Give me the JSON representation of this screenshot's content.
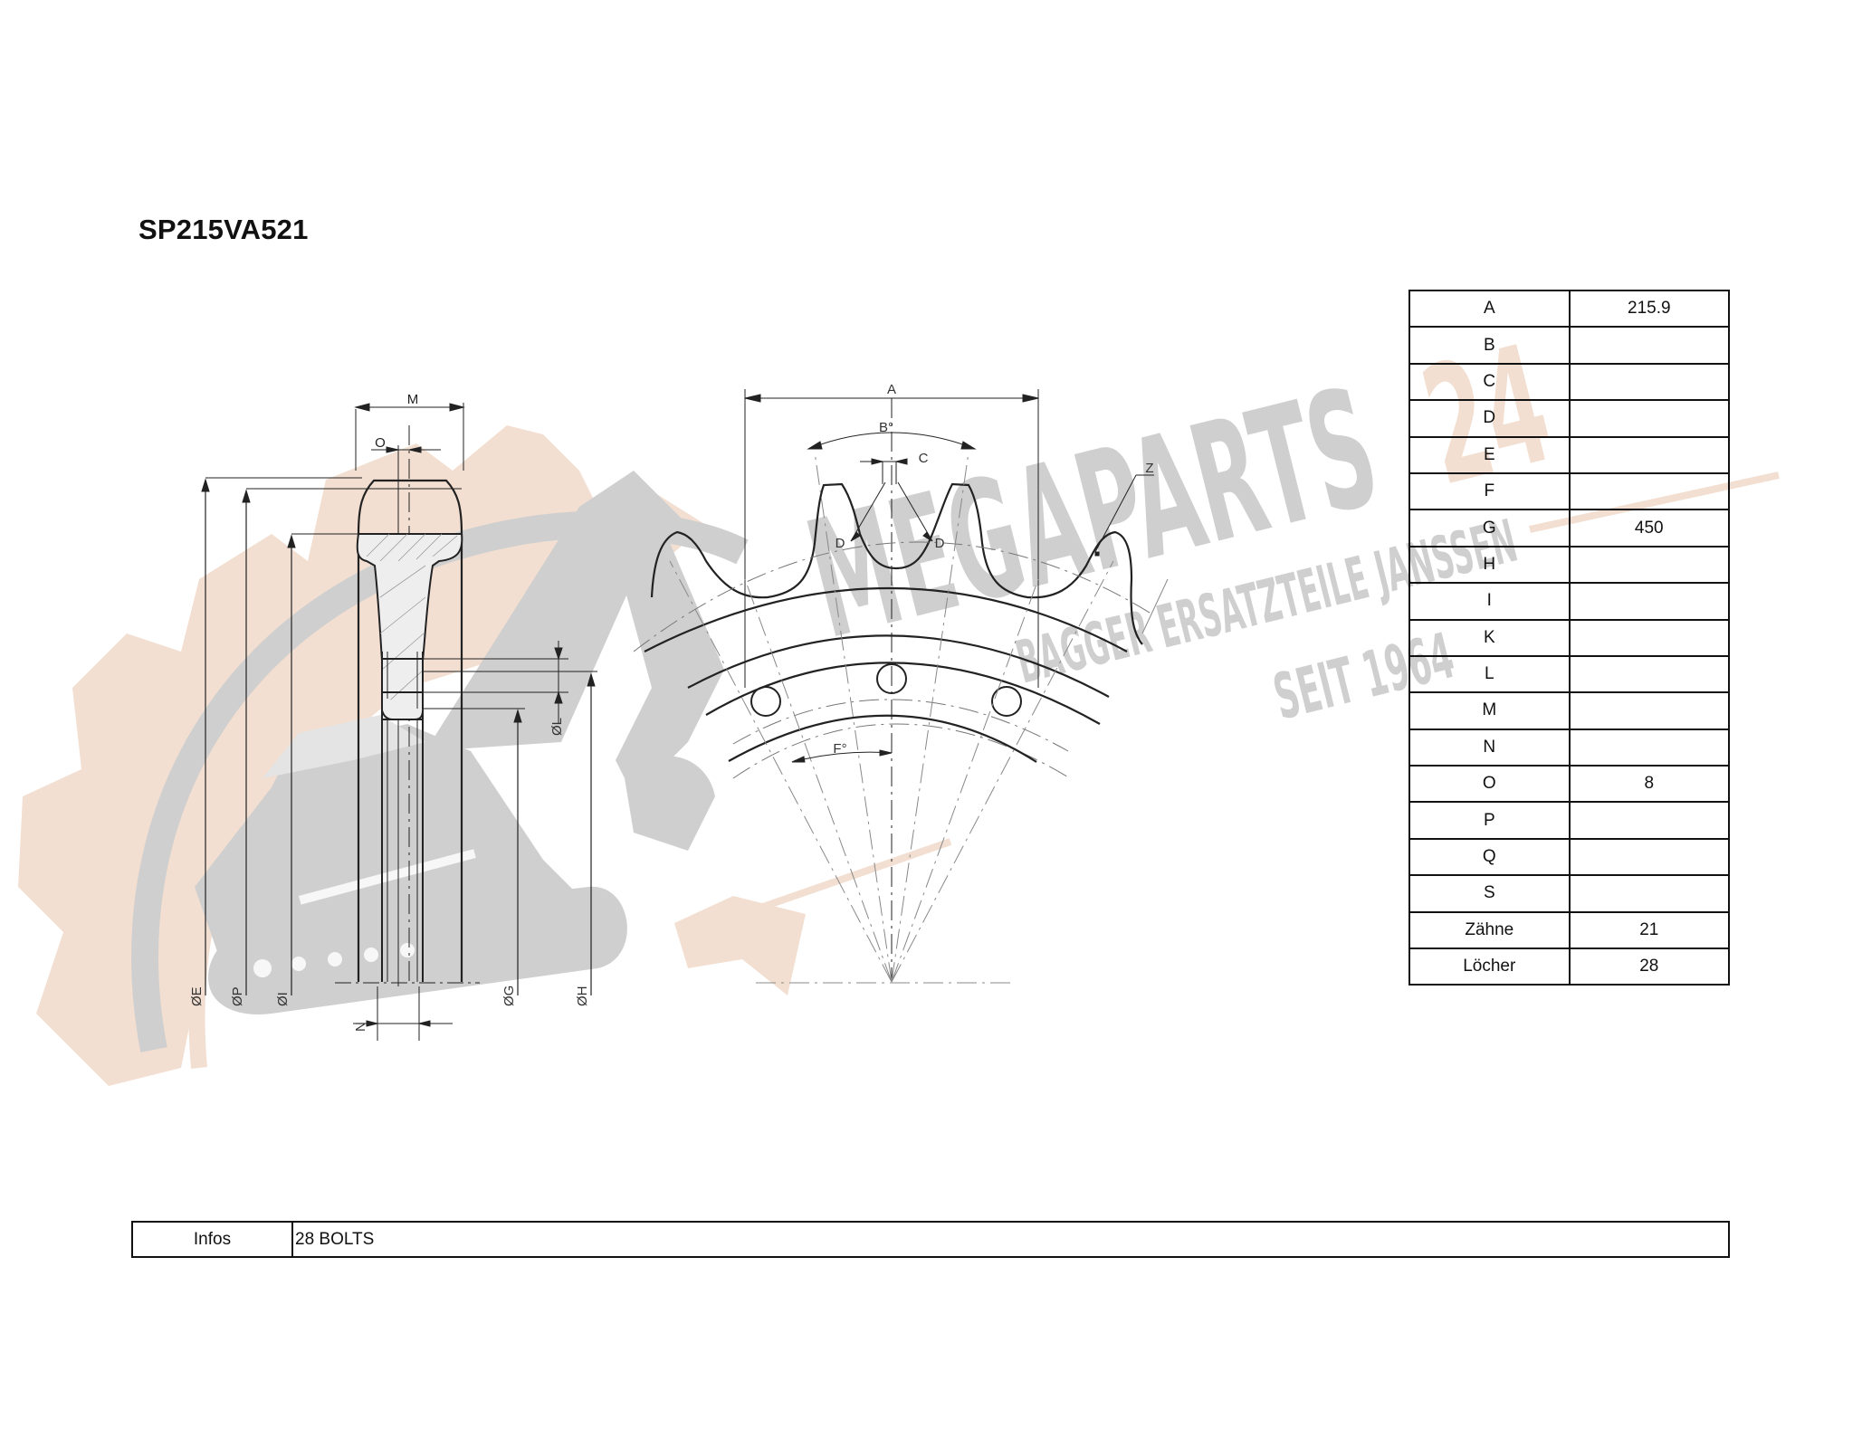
{
  "document": {
    "title": "SP215VA521"
  },
  "diagram": {
    "side_view_labels": {
      "M": "M",
      "O": "O",
      "E": "ØE",
      "P": "ØP",
      "I": "ØI",
      "G": "ØG",
      "H": "ØH",
      "L": "ØL",
      "N": "N"
    },
    "front_view_labels": {
      "A": "A",
      "B": "B°",
      "C": "C",
      "D_left": "D",
      "D_right": "D",
      "Z": "Z",
      "F": "F°"
    }
  },
  "watermark": {
    "brand": "MEGAPARTS",
    "brand_suffix": "24",
    "tagline": "BAGGER ERSATZTEILE JANSSEN",
    "since": "SEIT 1964",
    "colors": {
      "grey": "#cfcfcf",
      "peach": "#f2dfd1"
    }
  },
  "dimensions_table": {
    "rows": [
      {
        "key": "A",
        "value": "215.9"
      },
      {
        "key": "B",
        "value": ""
      },
      {
        "key": "C",
        "value": ""
      },
      {
        "key": "D",
        "value": ""
      },
      {
        "key": "E",
        "value": ""
      },
      {
        "key": "F",
        "value": ""
      },
      {
        "key": "G",
        "value": "450"
      },
      {
        "key": "H",
        "value": ""
      },
      {
        "key": "I",
        "value": ""
      },
      {
        "key": "K",
        "value": ""
      },
      {
        "key": "L",
        "value": ""
      },
      {
        "key": "M",
        "value": ""
      },
      {
        "key": "N",
        "value": ""
      },
      {
        "key": "O",
        "value": "8"
      },
      {
        "key": "P",
        "value": ""
      },
      {
        "key": "Q",
        "value": ""
      },
      {
        "key": "S",
        "value": ""
      },
      {
        "key": "Zähne",
        "value": "21"
      },
      {
        "key": "Löcher",
        "value": "28"
      }
    ]
  },
  "infos": {
    "label": "Infos",
    "value": "28 BOLTS"
  }
}
